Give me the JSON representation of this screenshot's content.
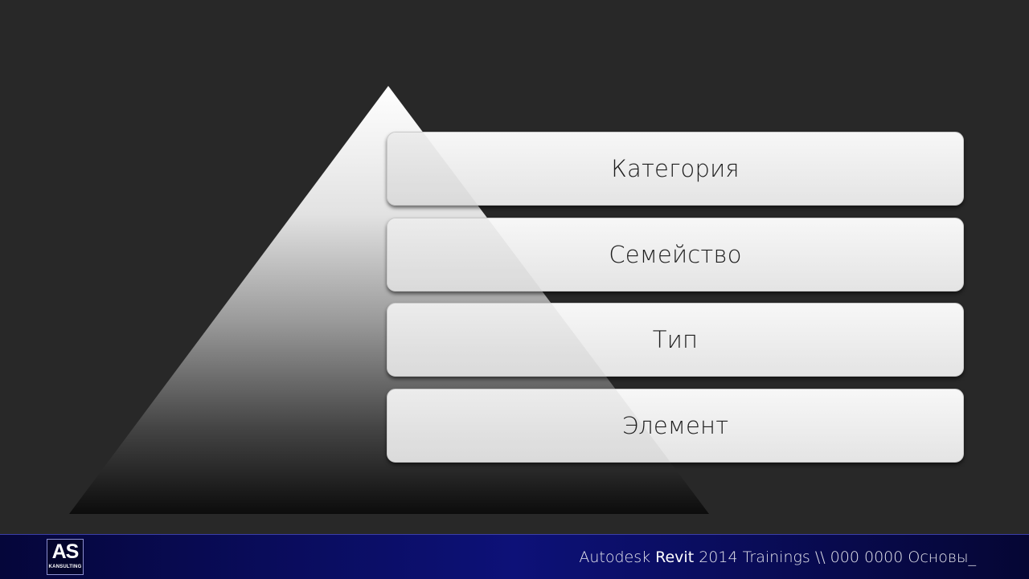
{
  "diagram": {
    "levels": [
      {
        "label": "Категория"
      },
      {
        "label": "Семейство"
      },
      {
        "label": "Тип"
      },
      {
        "label": "Элемент"
      }
    ]
  },
  "footer": {
    "logo_main": "AS",
    "logo_sub": "KANSULTING",
    "text_pre": "Autodesk ",
    "text_brand": "Revit",
    "text_post": " 2014 Trainings \\\\ 000 0000 Основы_"
  },
  "colors": {
    "background": "#282828",
    "footer_bar": "#0d1178",
    "level_fill": "#efefef",
    "label_text": "#1e1e1e"
  }
}
